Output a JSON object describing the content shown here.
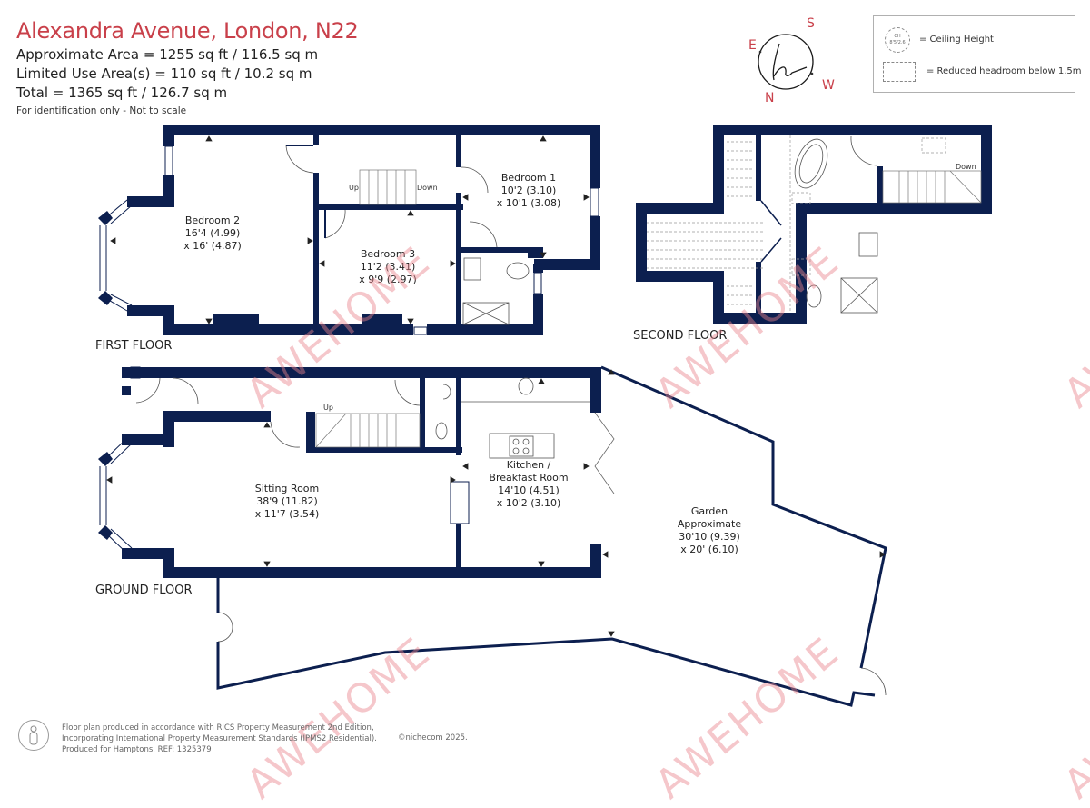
{
  "header": {
    "title": "Alexandra Avenue, London, N22",
    "approximate_area": "Approximate Area = 1255 sq ft / 116.5 sq m",
    "limited_use_area": "Limited Use Area(s) = 110 sq ft / 10.2 sq m",
    "total": "Total = 1365 sq ft / 126.7 sq m",
    "disclaimer": "For identification only - Not to scale"
  },
  "compass": {
    "north": "N",
    "south": "S",
    "east": "E",
    "west": "W",
    "logo_letter": "h"
  },
  "legend": {
    "ceiling_icon_line1": "CH",
    "ceiling_icon_line2": "8'5/2.6",
    "ceiling_height": "= Ceiling Height",
    "reduced_headroom": "= Reduced headroom below 1.5m"
  },
  "floors": {
    "first": {
      "label": "FIRST FLOOR",
      "rooms": [
        {
          "name": "Bedroom 2",
          "dim1": "16'4 (4.99)",
          "dim2": "x 16' (4.87)"
        },
        {
          "name": "Bedroom 3",
          "dim1": "11'2 (3.41)",
          "dim2": "x 9'9 (2.97)"
        },
        {
          "name": "Bedroom 1",
          "dim1": "10'2 (3.10)",
          "dim2": "x 10'1 (3.08)"
        }
      ],
      "stairs_up": "Up",
      "stairs_down": "Down"
    },
    "second": {
      "label": "SECOND FLOOR",
      "stairs_down": "Down"
    },
    "ground": {
      "label": "GROUND FLOOR",
      "rooms": [
        {
          "name": "Sitting Room",
          "dim1": "38'9 (11.82)",
          "dim2": "x 11'7 (3.54)"
        },
        {
          "name": "Kitchen /",
          "name2": "Breakfast Room",
          "dim1": "14'10 (4.51)",
          "dim2": "x 10'2 (3.10)"
        },
        {
          "name": "Garden",
          "name2": "Approximate",
          "dim1": "30'10 (9.39)",
          "dim2": "x 20' (6.10)"
        }
      ],
      "stairs_up": "Up"
    }
  },
  "footer": {
    "line1": "Floor plan produced in accordance with RICS Property Measurement 2nd Edition,",
    "line2": "Incorporating International Property Measurement Standards (IPMS2 Residential).",
    "line3": "Produced for Hamptons.   REF:  1325379",
    "copyright": "©nichecom 2025."
  },
  "watermark": "AWEHOME",
  "colors": {
    "wall": "#0c1f4f",
    "title": "#c9404a",
    "watermark": "#e8828c"
  }
}
